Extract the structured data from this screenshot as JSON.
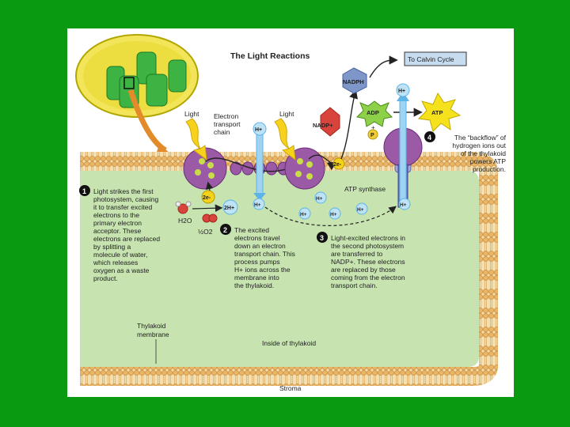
{
  "title": "The Light Reactions",
  "colors": {
    "background": "#0a9a12",
    "stroma_bg": "#ffffff",
    "membrane": "#f0c880",
    "lumen": "#c6e3b0",
    "photosystem": "#9b5aa6",
    "arrow_yellow": "#f6d21c",
    "arrow_blue": "#5fb4e6"
  },
  "labels": {
    "calvin": "To Calvin Cycle",
    "nadph": "NADPH",
    "nadp": "NADP+",
    "adp": "ADP",
    "atp": "ATP",
    "p": "P",
    "plus": "+",
    "h_plus": "H+",
    "light": "Light",
    "etc": [
      "Electron",
      "transport",
      "chain"
    ],
    "two_e": "2e-",
    "atp_synthase": "ATP synthase",
    "h2o": "H2O",
    "two_h": "2H+",
    "half_o2": "½O2",
    "thylakoid_membrane": [
      "Thylakoid",
      "membrane"
    ],
    "inside": "Inside of thylakoid",
    "stroma": "Stroma"
  },
  "steps": [
    {
      "num": "1",
      "lines": [
        "Light strikes the first",
        "photosystem, causing",
        "it to transfer excited",
        "electrons to the",
        "primary electron",
        "acceptor. These",
        "electrons are replaced",
        "by splitting a",
        "molecule of water,",
        "which releases",
        "oxygen as a waste",
        "product."
      ]
    },
    {
      "num": "2",
      "lines": [
        "The excited",
        "electrons travel",
        "down an electron",
        "transport chain. This",
        "process pumps",
        "H+ ions across the",
        "membrane into",
        "the thylakoid."
      ]
    },
    {
      "num": "3",
      "lines": [
        "Light-excited electrons in",
        "the second photosystem",
        "are transferred to",
        "NADP+. These electrons",
        "are replaced by those",
        "coming from the electron",
        "transport chain."
      ]
    },
    {
      "num": "4",
      "lines": [
        "The “backflow” of",
        "hydrogen ions out",
        "of the thylakoid",
        "powers ATP",
        "production."
      ]
    }
  ]
}
